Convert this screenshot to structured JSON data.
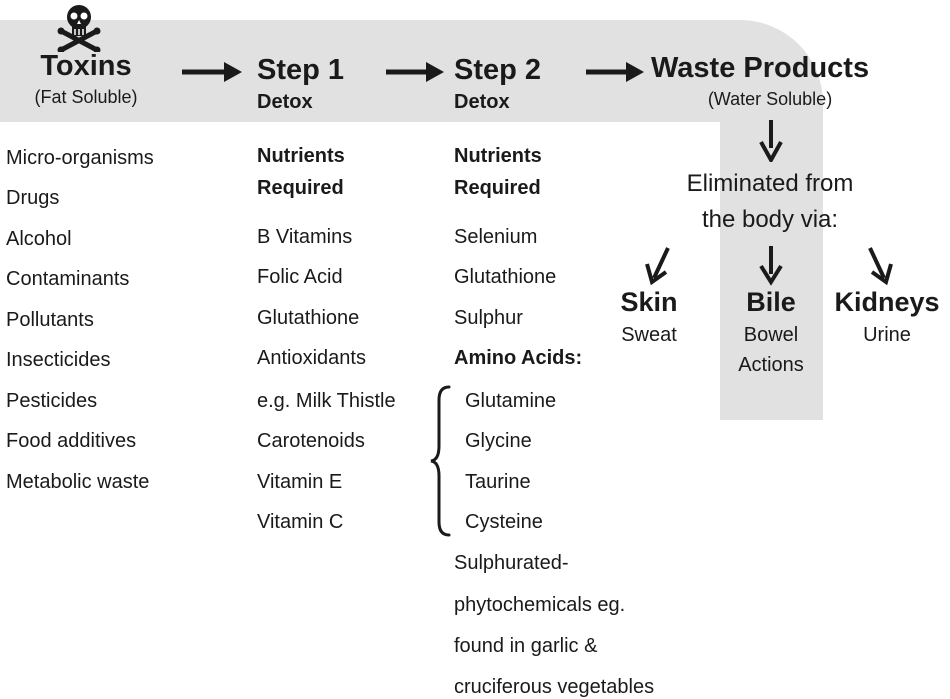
{
  "toxins": {
    "title": "Toxins",
    "subtitle": "(Fat Soluble)",
    "icon": "skull-crossbones-icon",
    "items": [
      "Micro-organisms",
      "Drugs",
      "Alcohol",
      "Contaminants",
      "Pollutants",
      "Insecticides",
      "Pesticides",
      "Food additives",
      "Metabolic waste"
    ]
  },
  "step1": {
    "title": "Step 1",
    "subtitle": "Detox",
    "nutrients_line1": "Nutrients",
    "nutrients_line2": "Required",
    "items": [
      "B Vitamins",
      "Folic Acid",
      "Glutathione",
      "Antioxidants",
      "e.g. Milk Thistle",
      "Carotenoids",
      "Vitamin E",
      "Vitamin C"
    ]
  },
  "step2": {
    "title": "Step 2",
    "subtitle": "Detox",
    "nutrients_line1": "Nutrients",
    "nutrients_line2": "Required",
    "items": [
      "Selenium",
      "Glutathione",
      "Sulphur"
    ],
    "amino_heading": "Amino Acids:",
    "amino_acids": [
      "Glutamine",
      "Glycine",
      "Taurine",
      "Cysteine"
    ],
    "extra_lines": [
      "Sulphurated-",
      "phytochemicals eg.",
      "found in garlic &",
      "cruciferous vegetables"
    ]
  },
  "waste": {
    "title": "Waste Products",
    "subtitle": "(Water Soluble)",
    "eliminated_line1": "Eliminated from",
    "eliminated_line2": "the body via:",
    "routes": [
      {
        "name": "Skin",
        "detail": [
          "Sweat"
        ]
      },
      {
        "name": "Bile",
        "detail": [
          "Bowel",
          "Actions"
        ]
      },
      {
        "name": "Kidneys",
        "detail": [
          "Urine"
        ]
      }
    ]
  },
  "colors": {
    "band": "#e1e1e1",
    "text": "#1a1a1a"
  }
}
